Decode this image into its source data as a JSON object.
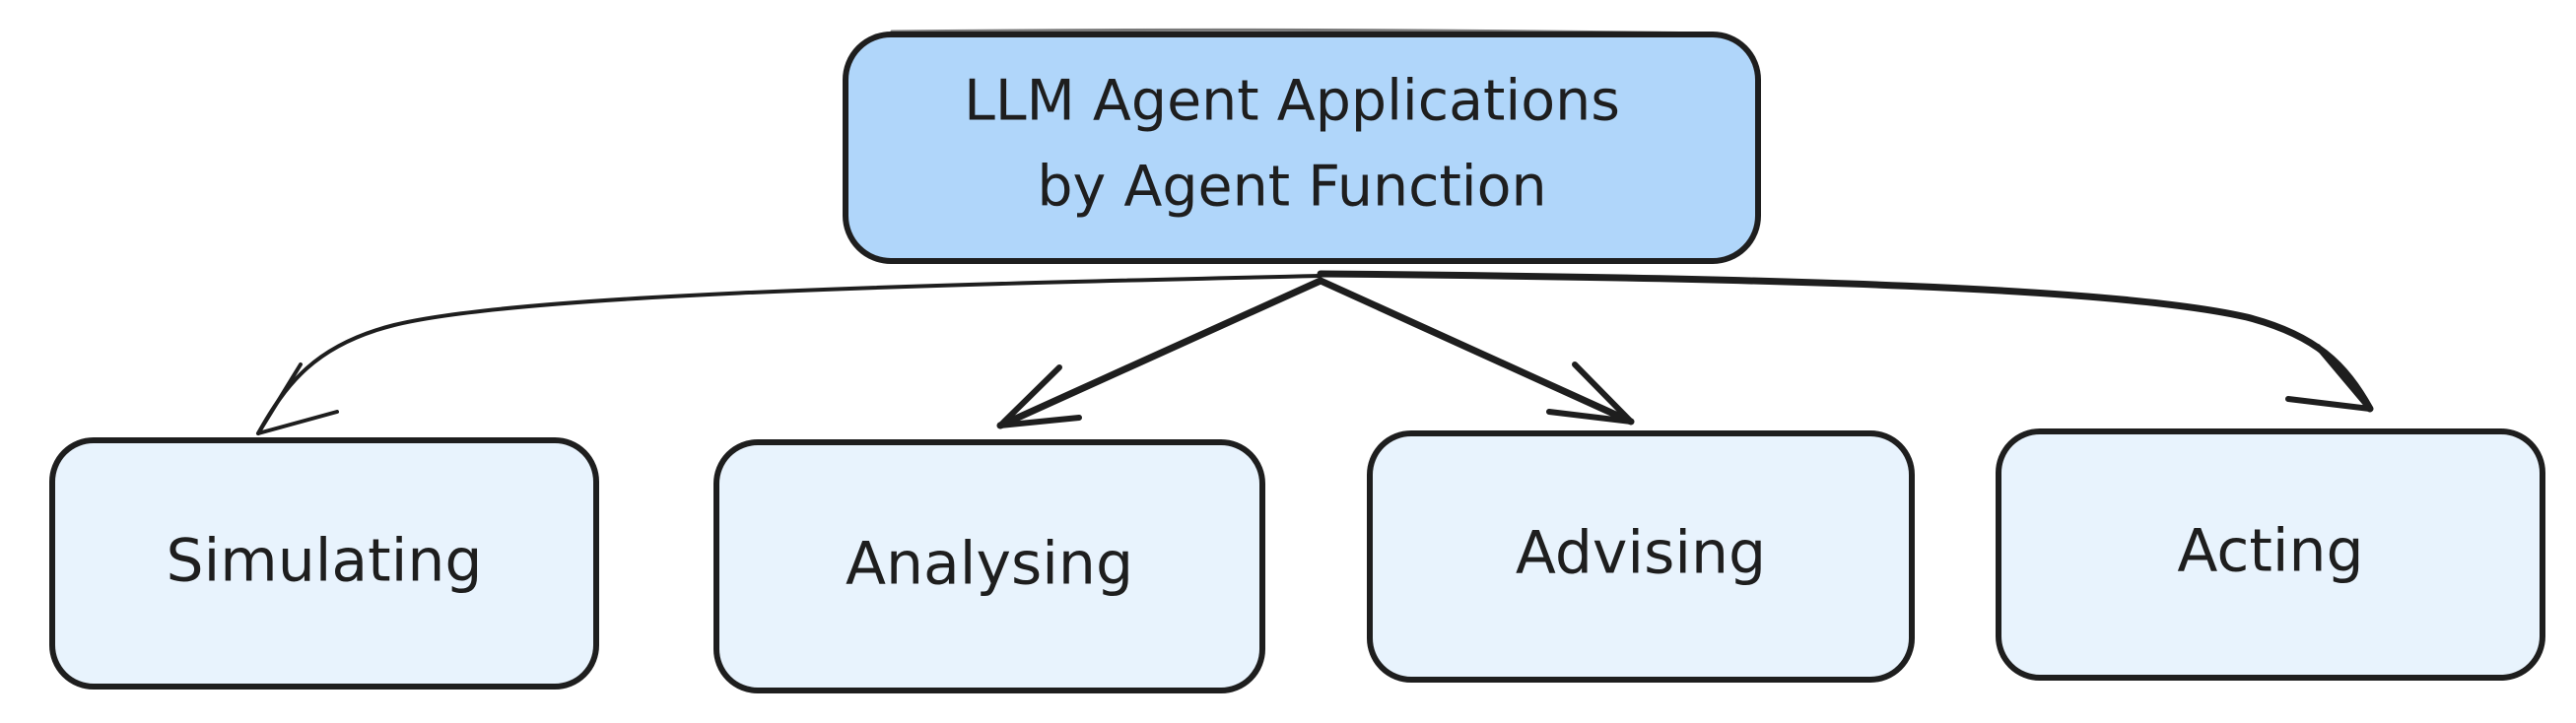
{
  "root": {
    "line1": "LLM Agent Applications",
    "line2": "by Agent Function"
  },
  "children": [
    {
      "label": "Simulating"
    },
    {
      "label": "Analysing"
    },
    {
      "label": "Advising"
    },
    {
      "label": "Acting"
    }
  ],
  "colors": {
    "root_fill": "#b0d6fa",
    "child_fill": "#e8f3fd",
    "stroke": "#1e1e1e"
  }
}
